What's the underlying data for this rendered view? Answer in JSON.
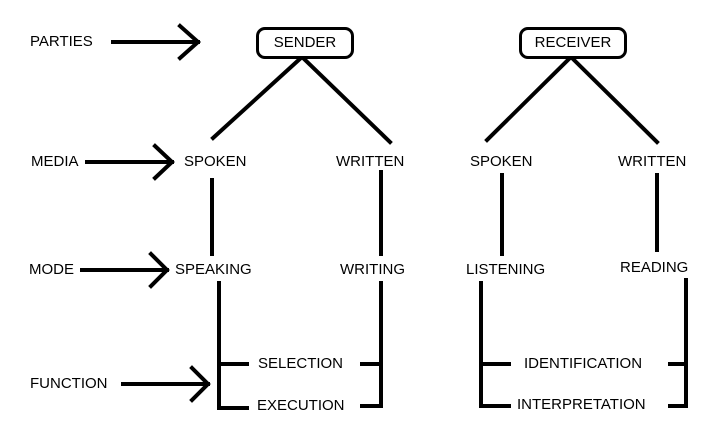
{
  "row_labels": {
    "parties": "PARTIES",
    "media": "MEDIA",
    "mode": "MODE",
    "function": "FUNCTION"
  },
  "sender": {
    "title": "SENDER",
    "spoken": "SPOKEN",
    "written": "WRITTEN",
    "speaking": "SPEAKING",
    "writing": "WRITING",
    "selection": "SELECTION",
    "execution": "EXECUTION"
  },
  "receiver": {
    "title": "RECEIVER",
    "spoken": "SPOKEN",
    "written": "WRITTEN",
    "listening": "LISTENING",
    "reading": "READING",
    "identification": "IDENTIFICATION",
    "interpretation": "INTERPRETATION"
  }
}
